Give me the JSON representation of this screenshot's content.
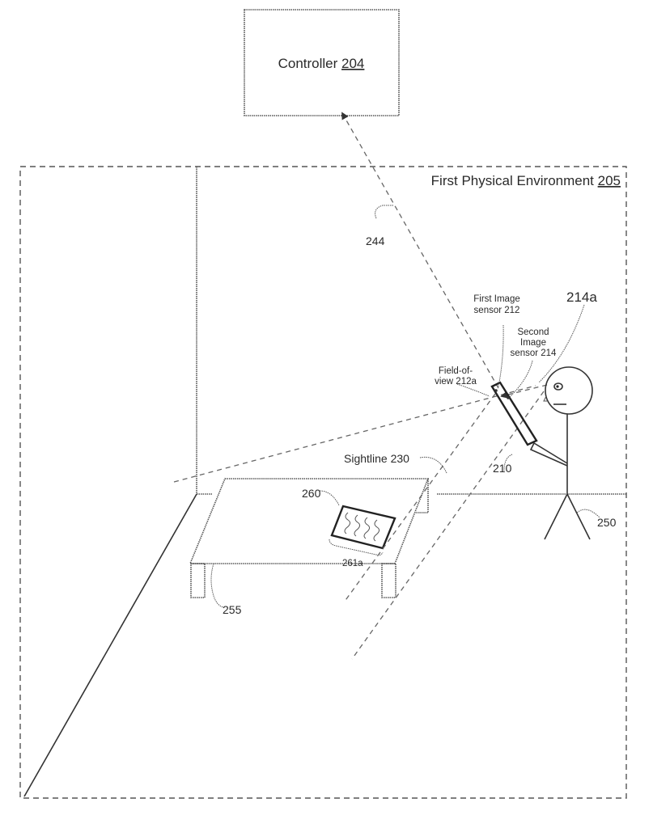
{
  "figure": {
    "controller": {
      "label": "Controller ",
      "ref": "204"
    },
    "environment": {
      "label": "First Physical Environment ",
      "ref": "205"
    },
    "labels": {
      "link": "244",
      "first_sensor_line1": "First Image",
      "first_sensor_line2": "sensor 212",
      "second_sensor_line1": "Second",
      "second_sensor_line2": "Image",
      "second_sensor_line3": "sensor 214",
      "gaze": "214a",
      "fov_line1": "Field-of-",
      "fov_line2": "view 212a",
      "sightline": "Sightline 230",
      "device": "210",
      "display_device": "260",
      "content": "261a",
      "table": "255",
      "user": "250"
    }
  }
}
